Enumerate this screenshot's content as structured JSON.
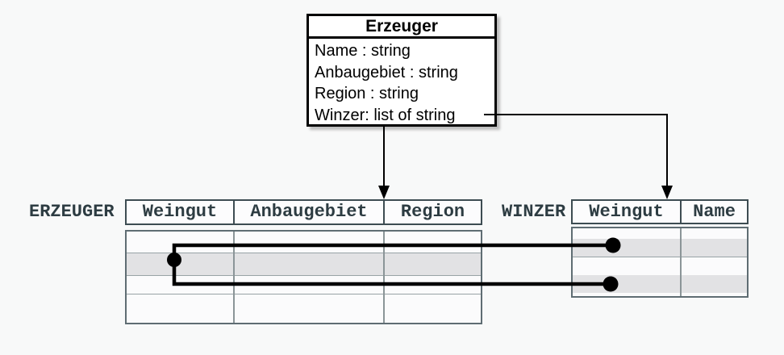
{
  "class_box": {
    "title": "Erzeuger",
    "attributes": [
      "Name : string",
      "Anbaugebiet : string",
      "Region : string",
      "Winzer: list of string"
    ]
  },
  "tables": {
    "erzeuger": {
      "label": "ERZEUGER",
      "columns": [
        "Weingut",
        "Anbaugebiet",
        "Region"
      ],
      "row_count": 4,
      "highlighted_row_index": 1
    },
    "winzer": {
      "label": "WINZER",
      "columns": [
        "Weingut",
        "Name"
      ],
      "row_count": 4,
      "highlighted_row_indices": [
        1,
        3
      ]
    }
  },
  "colors": {
    "background": "#f8f9f9",
    "connector": "#000000",
    "row_highlight": "#e2e2e4",
    "header_border": "#3d4c52",
    "body_border": "#5f6d73",
    "table_text": "#2d3c42",
    "box_text": "#000000"
  }
}
